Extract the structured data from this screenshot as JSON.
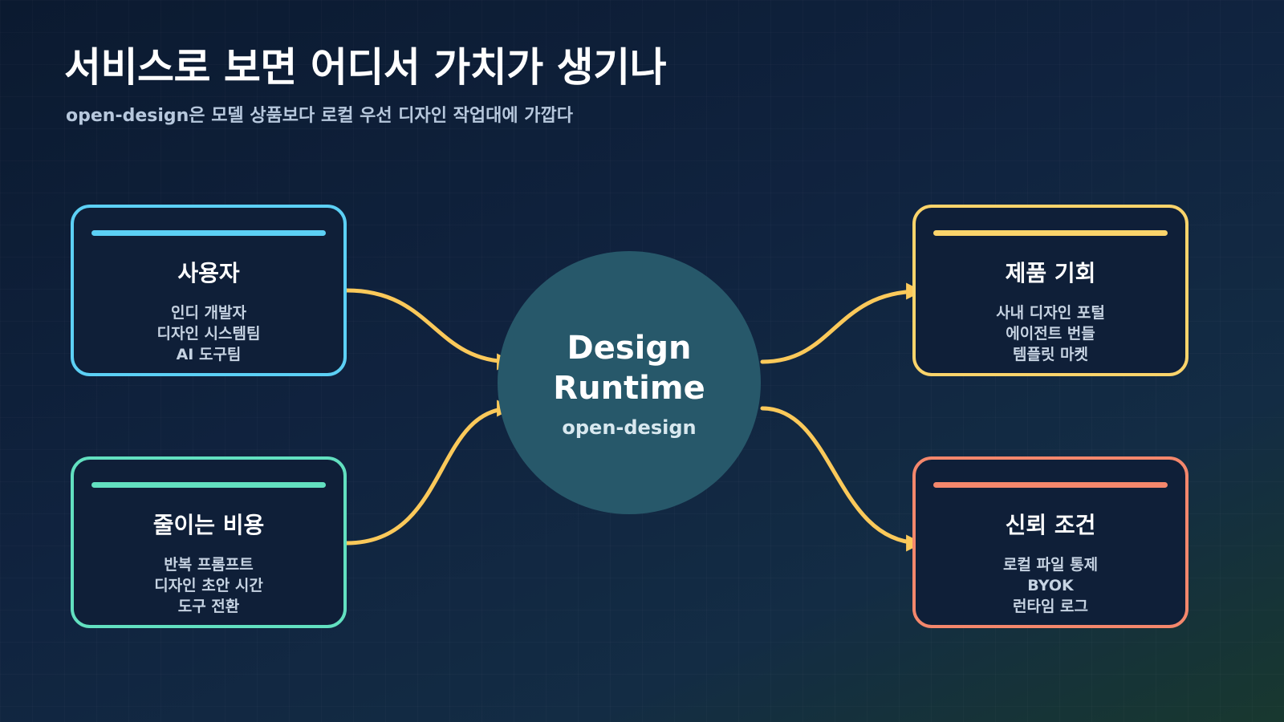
{
  "title": "서비스로 보면 어디서 가치가 생기나",
  "subtitle": "open-design은 모델 상품보다 로컬 우선 디자인 작업대에 가깝다",
  "hub": {
    "line1": "Design",
    "line2": "Runtime",
    "sub": "open-design"
  },
  "cards": {
    "users": {
      "title": "사용자",
      "lines": [
        "인디 개발자",
        "디자인 시스템팀",
        "AI 도구팀"
      ],
      "color": "#5cd0f5"
    },
    "cost": {
      "title": "줄이는 비용",
      "lines": [
        "반복 프롬프트",
        "디자인 초안 시간",
        "도구 전환"
      ],
      "color": "#62e0c0"
    },
    "product": {
      "title": "제품 기회",
      "lines": [
        "사내 디자인 포털",
        "에이전트 번들",
        "템플릿 마켓"
      ],
      "color": "#fbd46b"
    },
    "trust": {
      "title": "신뢰 조건",
      "lines": [
        "로컬 파일 통제",
        "BYOK",
        "런타임 로그"
      ],
      "color": "#f4876c"
    }
  },
  "colors": {
    "arrow": "#fbc95a",
    "hub": "#27586a",
    "card_bg": "#0f1f38"
  }
}
